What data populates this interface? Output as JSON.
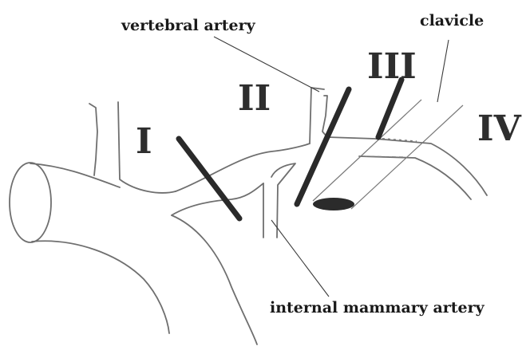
{
  "labels": {
    "vertebral_artery": "vertebral artery",
    "clavicle": "clavicle",
    "internal_mammary_artery": "internal mammary artery"
  },
  "segments": {
    "s1": "I",
    "s2": "II",
    "s3": "III",
    "s4": "IV"
  }
}
